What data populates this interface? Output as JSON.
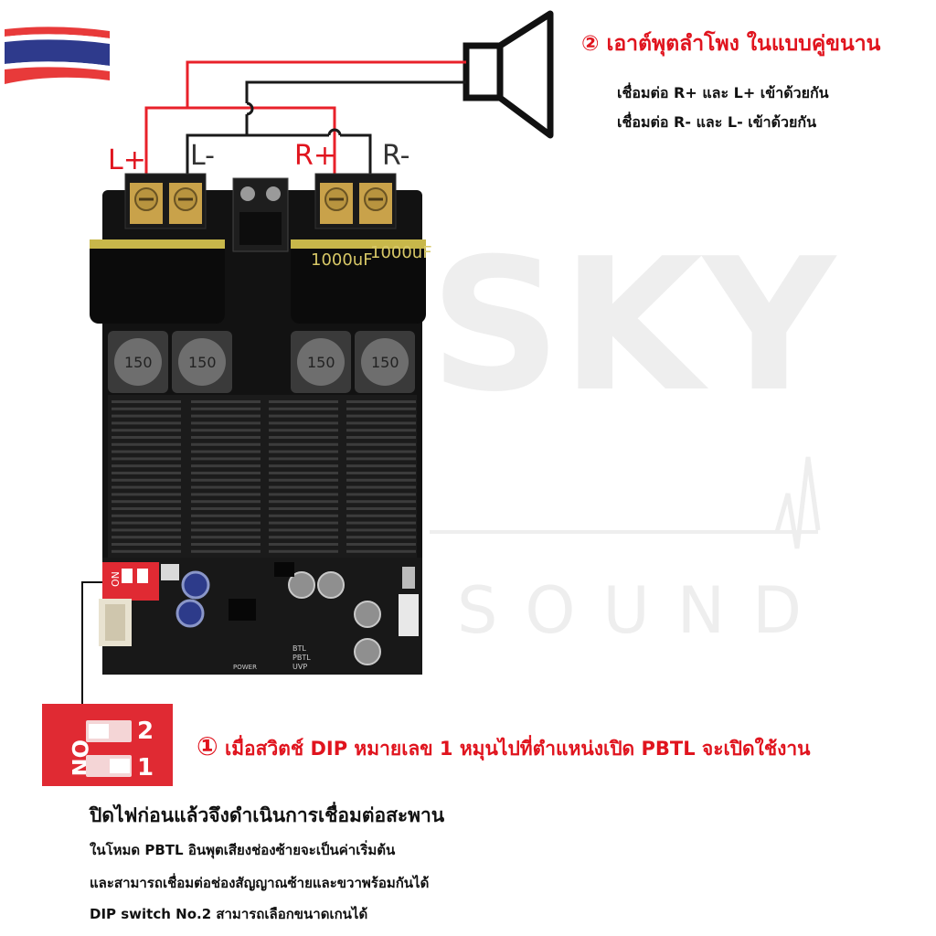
{
  "colors": {
    "accent_red": "#e0141e",
    "wire_red": "#e8212a",
    "wire_dark": "#1a1a1a",
    "board_black": "#121212",
    "dip_red": "#e02a33",
    "watermark": "#eeeeee"
  },
  "icons": {
    "flag": "thai-flag-icon",
    "speaker": "speaker-icon"
  },
  "watermark": {
    "brand": "SKY",
    "sub": "SOUND"
  },
  "terminals": {
    "l_plus": "L+",
    "l_minus": "L-",
    "r_plus": "R+",
    "r_minus": "R-"
  },
  "capacitor_label": "1000uF",
  "inductor_label": "150",
  "dip": {
    "on_label": "ON",
    "switch_1": "1",
    "switch_2": "2"
  },
  "callout_output": {
    "number": "②",
    "title": "เอาต์พุตลำโพง ในแบบคู่ขนาน",
    "line1": "เชื่อมต่อ R+ และ L+ เข้าด้วยกัน",
    "line2": "เชื่อมต่อ R- และ L- เข้าด้วยกัน"
  },
  "callout_dip": {
    "number": "①",
    "text": "เมื่อสวิตช์ DIP หมายเลข 1 หมุนไปที่ตำแหน่งเปิด PBTL จะเปิดใช้งาน"
  },
  "notes": {
    "heading": "ปิดไฟก่อนแล้วจึงดำเนินการเชื่อมต่อสะพาน",
    "line1": "ในโหมด PBTL อินพุตเสียงช่องซ้ายจะเป็นค่าเริ่มต้น",
    "line2": "และสามารถเชื่อมต่อช่องสัญญาณซ้ายและขวาพร้อมกันได้",
    "line3": "DIP switch No.2 สามารถเลือกขนาดเกนได้"
  },
  "board_marks": {
    "btl": "BTL",
    "pbtl": "PBTL",
    "uvp": "UVP",
    "power": "POWER"
  }
}
